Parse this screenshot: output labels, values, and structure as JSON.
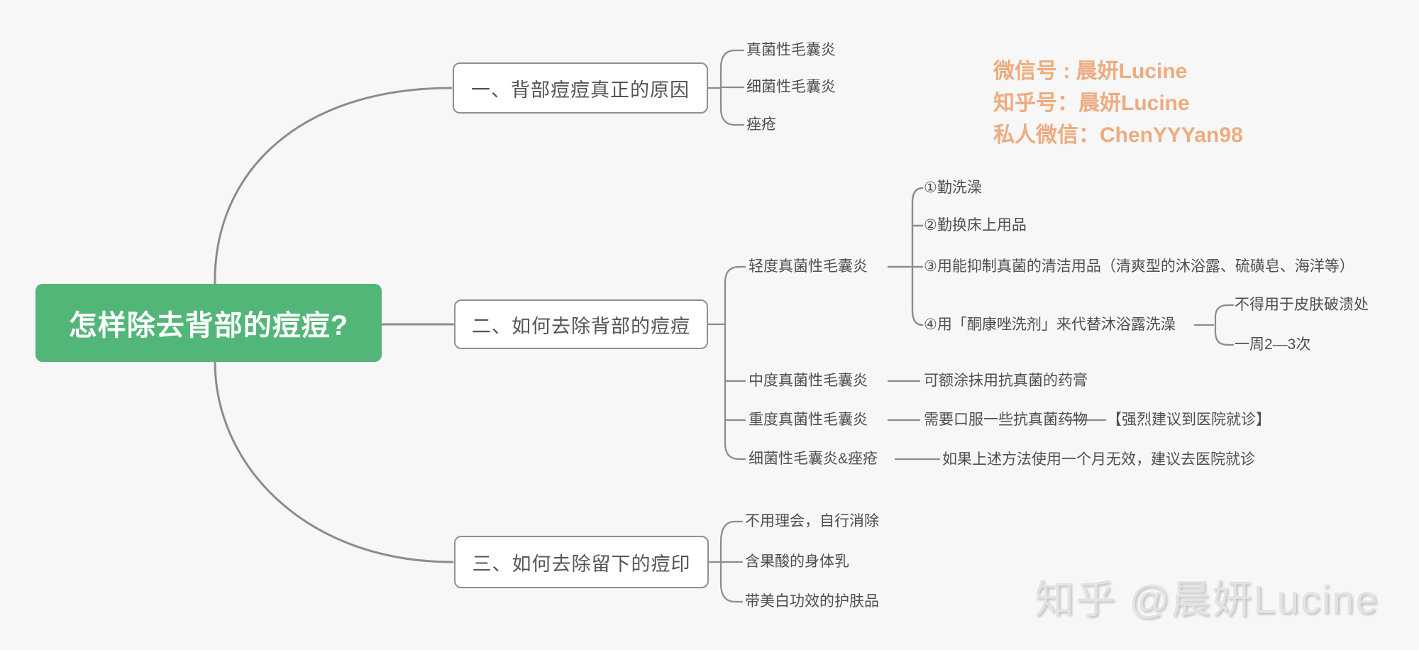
{
  "mindmap": {
    "root": {
      "label": "怎样除去背部的痘痘?"
    },
    "branch1": {
      "label": "一、背部痘痘真正的原因",
      "children": [
        "真菌性毛囊炎",
        "细菌性毛囊炎",
        "痤疮"
      ]
    },
    "branch2": {
      "label": "二、如何去除背部的痘痘",
      "light": {
        "label": "轻度真菌性毛囊炎",
        "steps": [
          "①勤洗澡",
          "②勤换床上用品",
          "③用能抑制真菌的清洁用品（清爽型的沐浴露、硫磺皂、海洋等）",
          "④用「酮康唑洗剂」来代替沐浴露洗澡"
        ],
        "step4_notes": [
          "不得用于皮肤破溃处",
          "一周2—3次"
        ]
      },
      "moderate": {
        "label": "中度真菌性毛囊炎",
        "advice": "可额涂抹用抗真菌的药膏"
      },
      "severe": {
        "label": "重度真菌性毛囊炎",
        "advice": "需要口服一些抗真菌药物",
        "note": "【强烈建议到医院就诊】"
      },
      "bacterial": {
        "label": "细菌性毛囊炎&痤疮",
        "advice": "如果上述方法使用一个月无效，建议去医院就诊"
      }
    },
    "branch3": {
      "label": "三、如何去除留下的痘印",
      "children": [
        "不用理会，自行消除",
        "含果酸的身体乳",
        "带美白功效的护肤品"
      ]
    }
  },
  "watermarks": {
    "contact_lines": [
      "微信号 : 晨妍Lucine",
      "知乎号：晨妍Lucine",
      "私人微信：ChenYYYan98"
    ],
    "zhihu": "知乎 @晨妍Lucine"
  },
  "colors": {
    "root_bg": "#52b678",
    "line": "#8c8c8c",
    "contact_watermark": "#eeab80",
    "background": "#f6f7f6"
  }
}
